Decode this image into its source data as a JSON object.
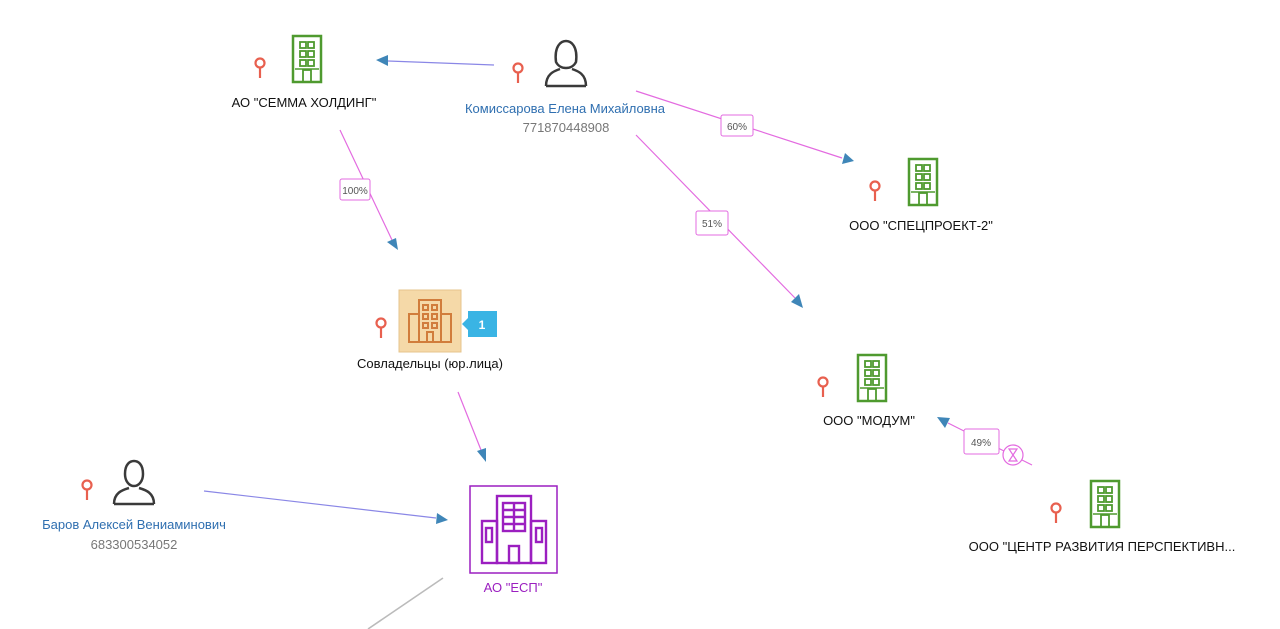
{
  "colors": {
    "company_icon": "#4f9a2f",
    "highlight_node": "#9b1fc0",
    "group_fill": "#f5d9a8",
    "group_icon": "#d17d3c",
    "person_name": "#2f6fb0",
    "person_icon": "#3a3a3a",
    "pin": "#e8604f",
    "edge_ownership": "#e36be0",
    "edge_founder": "#8a87e6",
    "edge_blue_arrow": "#3f86b8",
    "edge_gray": "#bbbbbb",
    "badge": "#3ab4e4"
  },
  "nodes": {
    "semma": {
      "label": "АО \"СЕММА ХОЛДИНГ\"",
      "icon": "building-icon"
    },
    "komissarova": {
      "name": "Комиссарова Елена Михайловна",
      "inn": "771870448908",
      "icon": "female-person-icon"
    },
    "specproekt": {
      "label": "ООО \"СПЕЦПРОЕКТ-2\"",
      "icon": "building-icon"
    },
    "coowners": {
      "label": "Совладельцы (юр.лица)",
      "icon": "buildings-group-icon",
      "badge": "1"
    },
    "modum": {
      "label": "ООО \"МОДУМ\"",
      "icon": "building-icon"
    },
    "barov": {
      "name": "Баров Алексей Вениаминович",
      "inn": "683300534052",
      "icon": "male-person-icon"
    },
    "esp": {
      "label": "АО \"ЕСП\"",
      "icon": "office-building-icon"
    },
    "centr": {
      "label": "ООО \"ЦЕНТР РАЗВИТИЯ ПЕРСПЕКТИВН...",
      "icon": "building-icon"
    }
  },
  "edges": {
    "semma_coowners": {
      "share": "100%"
    },
    "komissarova_specproekt": {
      "share": "60%"
    },
    "komissarova_modum": {
      "share": "51%"
    },
    "centr_modum": {
      "share": "49%",
      "status_icon": "hourglass-icon"
    }
  }
}
